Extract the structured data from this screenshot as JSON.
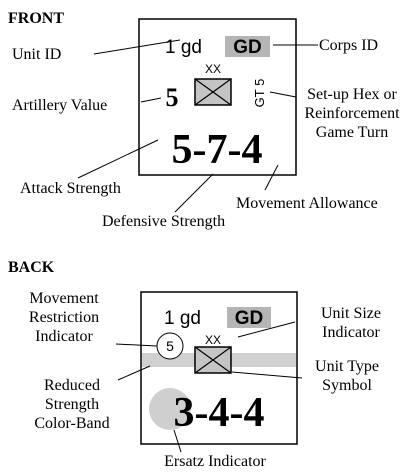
{
  "front": {
    "heading": "FRONT",
    "counter": {
      "unit_id": "1 gd",
      "corps_id": "GD",
      "unit_size": "XX",
      "artillery_value": "5",
      "setup_hex": "GT 5",
      "strengths": "5-7-4"
    },
    "labels": {
      "unit_id": "Unit ID",
      "corps_id": "Corps ID",
      "artillery_value": "Artillery Value",
      "setup_line1": "Set-up Hex or",
      "setup_line2": "Reinforcement",
      "setup_line3": "Game Turn",
      "attack_strength": "Attack Strength",
      "defensive_strength": "Defensive Strength",
      "movement_allowance": "Movement Allowance"
    }
  },
  "back": {
    "heading": "BACK",
    "counter": {
      "unit_id": "1 gd",
      "corps_id": "GD",
      "unit_size": "XX",
      "movement_restriction": "5",
      "strengths": "3-4-4"
    },
    "labels": {
      "movement_line1": "Movement",
      "movement_line2": "Restriction",
      "movement_line3": "Indicator",
      "unit_size_line1": "Unit Size",
      "unit_size_line2": "Indicator",
      "unit_type_line1": "Unit Type",
      "unit_type_line2": "Symbol",
      "reduced_line1": "Reduced",
      "reduced_line2": "Strength",
      "reduced_line3": "Color-Band",
      "ersatz": "Ersatz Indicator"
    }
  },
  "colors": {
    "corps_badge": "#b5b5b5",
    "unit_symbol": "#c4c4c4",
    "color_band": "#d0d0d0",
    "ersatz_circle": "#cfcfcf"
  }
}
